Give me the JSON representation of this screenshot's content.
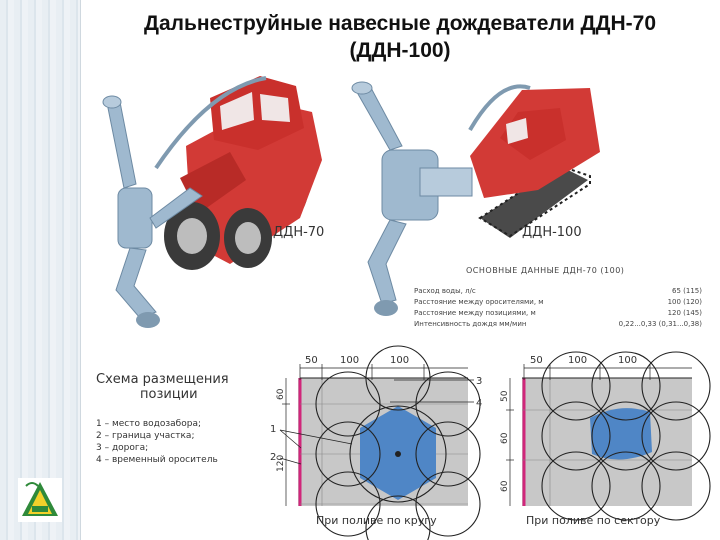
{
  "slide": {
    "title_line1": "Дальнеструйные навесные дождеватели ДДН-70",
    "title_line2": "(ДДН-100)"
  },
  "vehicles": {
    "left_label": "ДДН-70",
    "right_label": "ДДН-100",
    "colors": {
      "body": "#d23a36",
      "sprinkler": "#9fb9cf",
      "tire": "#3a3a3a"
    }
  },
  "specs": {
    "heading": "ОСНОВНЫЕ ДАННЫЕ ДДН-70 (100)",
    "rows": [
      {
        "label": "Расход воды, л/с",
        "value": "65 (115)"
      },
      {
        "label": "Расстояние между оросителями, м",
        "value": "100 (120)"
      },
      {
        "label": "Расстояние между позициями, м",
        "value": "120 (145)"
      },
      {
        "label": "Интенсивность дождя мм/мин",
        "value": "0,22...0,33 (0,31...0,38)"
      }
    ]
  },
  "scheme": {
    "title_line1": "Схема размещения",
    "title_line2": "позиции",
    "legend": [
      "1 – место водозабора;",
      "2 – граница участка;",
      "3 – дорога;",
      "4 – временный ороситель"
    ],
    "left": {
      "caption": "При поливе по кругу",
      "top_dims": [
        "50",
        "100",
        "100"
      ],
      "side_dims": [
        "60",
        "120"
      ],
      "markers": [
        "1",
        "2",
        "3",
        "4"
      ]
    },
    "right": {
      "caption": "При поливе по сектору",
      "top_dims": [
        "50",
        "100",
        "100"
      ],
      "side_dims": [
        "50",
        "60",
        "60"
      ]
    },
    "colors": {
      "field": "#c8c8c8",
      "wetted": "#4f86c6",
      "boundary": "#d0267a",
      "lines": "#222222"
    }
  }
}
